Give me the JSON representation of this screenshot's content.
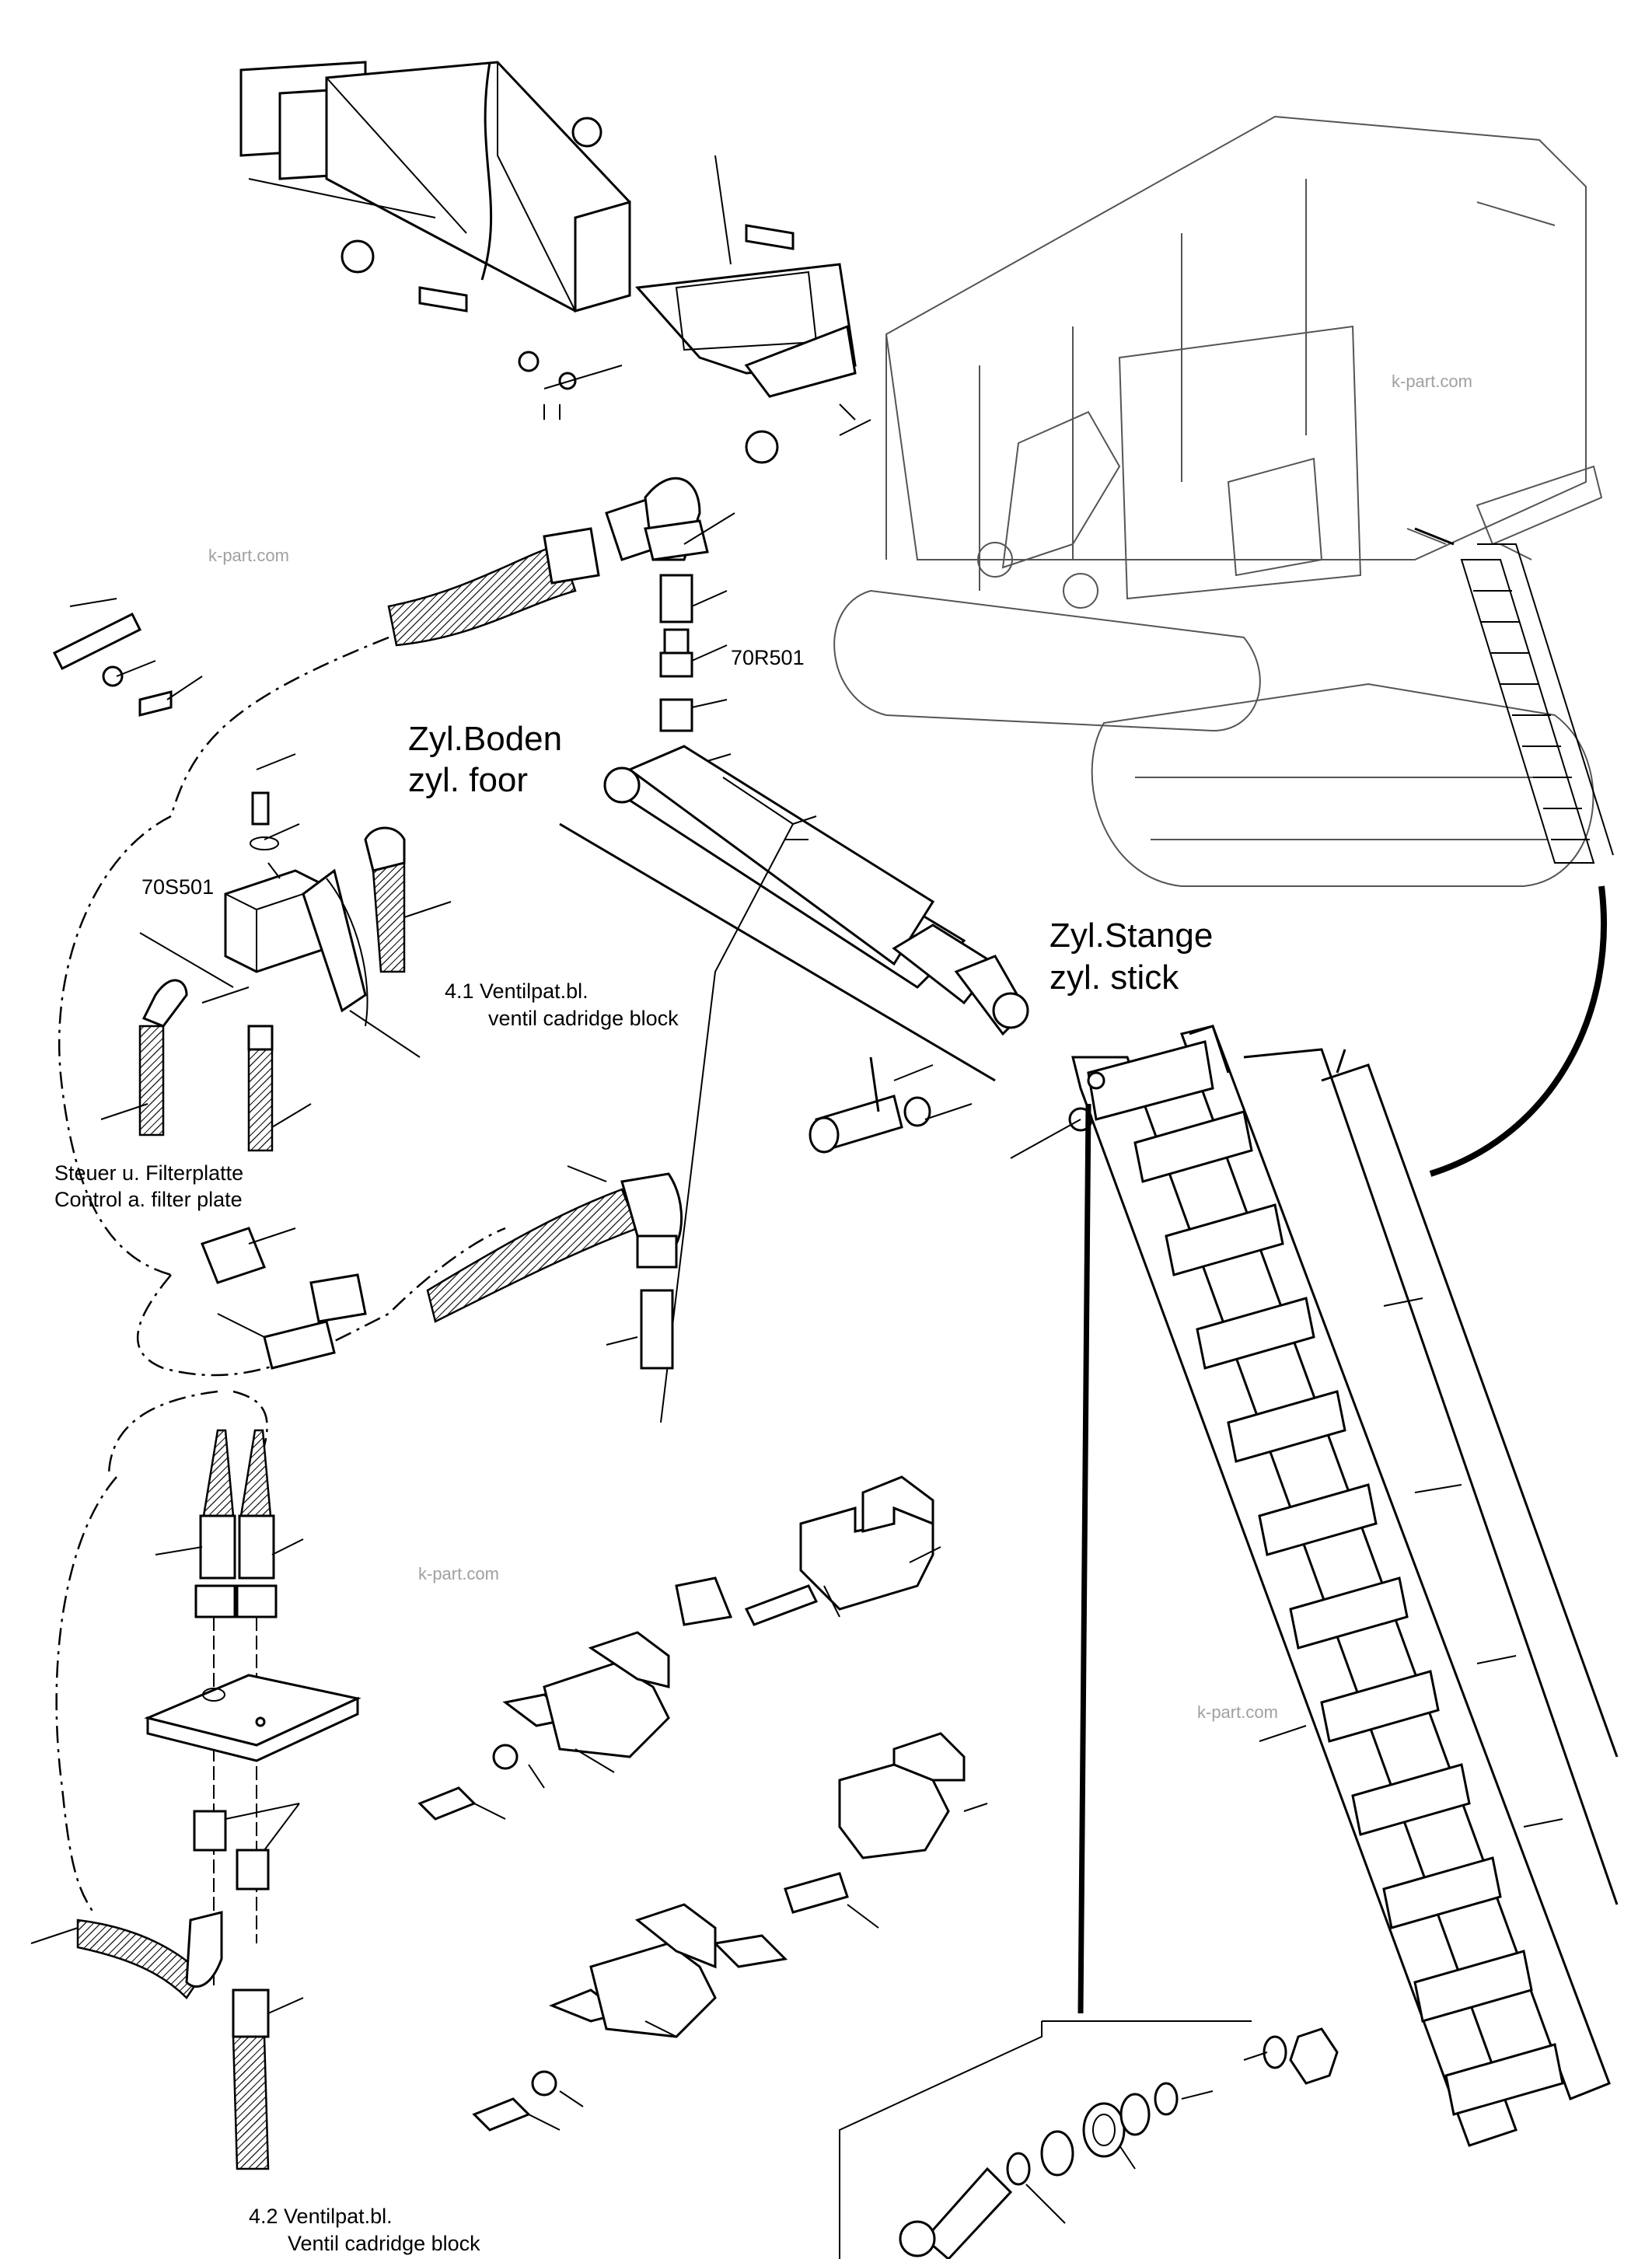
{
  "labels": {
    "cylinder_base_de": "Zyl.Boden",
    "cylinder_base_nl": "zyl. foor",
    "cylinder_rod_de": "Zyl.Stange",
    "cylinder_rod_nl": "zyl. stick",
    "part_70r501": "70R501",
    "part_70s501": "70S501",
    "valve_block_1_de": "4.1 Ventilpat.bl.",
    "valve_block_1_en": "ventil cadridge block",
    "valve_block_2_de": "4.2 Ventilpat.bl.",
    "valve_block_2_en": "Ventil cadridge block",
    "filter_plate_de": "Steuer u. Filterplatte",
    "filter_plate_en": "Control a. filter plate"
  },
  "watermark": "k-part.com",
  "colors": {
    "line": "#000000",
    "background": "#ffffff",
    "machine_outline": "#555555",
    "watermark": "#a0a0a0"
  }
}
